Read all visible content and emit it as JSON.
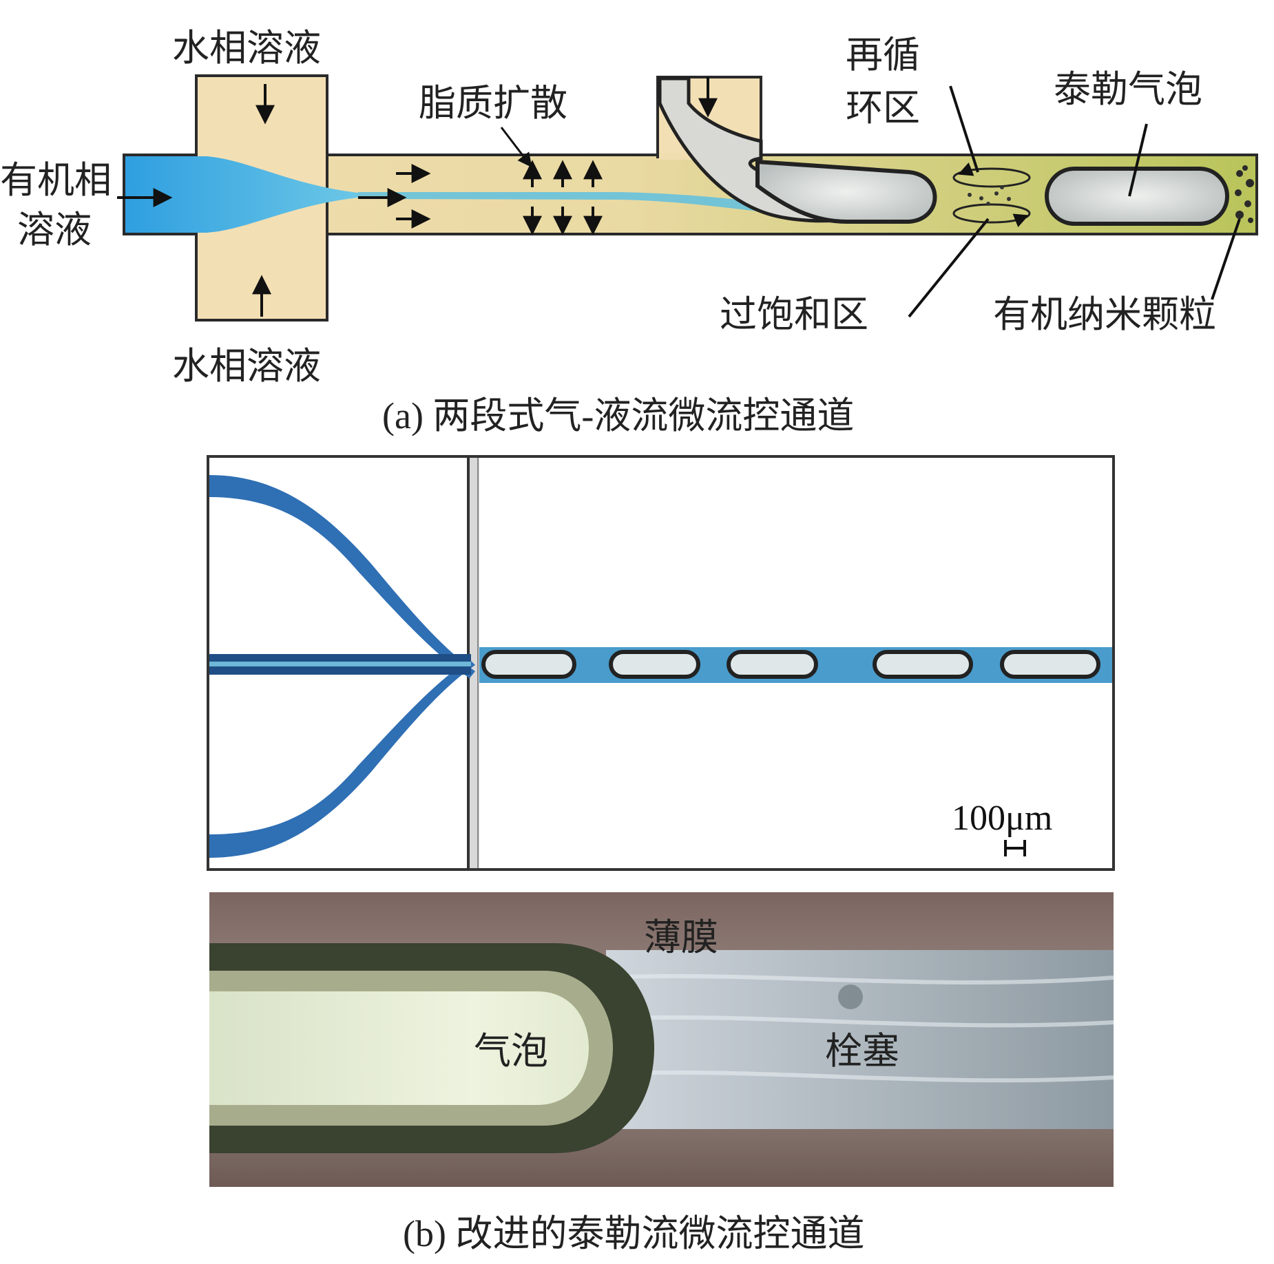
{
  "panel_a": {
    "aqueous_top": "水相溶液",
    "aqueous_bottom": "水相溶液",
    "organic_line1": "有机相",
    "organic_line2": "溶液",
    "lipid_diffusion": "脂质扩散",
    "recirc_line1": "再循",
    "recirc_line2": "环区",
    "taylor_bubble": "泰勒气泡",
    "supersat_zone": "过饱和区",
    "organic_nano": "有机纳米颗粒",
    "caption": "(a) 两段式气-液流微流控通道"
  },
  "panel_b": {
    "scale_label": "100μm",
    "film": "薄膜",
    "bubble": "气泡",
    "plug": "栓塞",
    "caption": "(b) 改进的泰勒流微流控通道"
  },
  "colors": {
    "channel_fill": "#f2dfb4",
    "organic_blue": "#3aa8e0",
    "dark_blue": "#1f5fa8",
    "bubble_gray": "#c9cfd2",
    "film_brown": "#8a7368"
  }
}
